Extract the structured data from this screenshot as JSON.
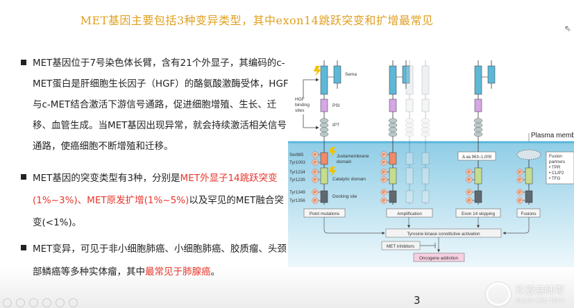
{
  "title": "MET基因主要包括3种变异类型，其中exon14跳跃突变和扩增最常见",
  "paragraphs": {
    "p1": "MET基因位于7号染色体长臂，含有21个外显子，其编码的c-MET蛋白是肝细胞生长因子（HGF）的酪氨酸激酶受体，HGF与c-MET结合激活下游信号通路，促进细胞增殖、生长、迁移、血管生成。当MET基因出现异常，就会持续激活相关信号通路，使癌细胞不断增殖和迁移。",
    "p2_a": "MET基因的突变类型有3种，分别是",
    "p2_red": "MET外显子14跳跃突变(1%~3%)、MET原发扩增(1%~5%)",
    "p2_b": "以及罕见的MET融合突变(<1%)。",
    "p3_a": "MET变异，可见于非小细胞肺癌、小细胞肺癌、胶质瘤、头颈部鳞癌等多种实体瘤，其中",
    "p3_red": "最常见于肺腺癌",
    "p3_b": "。"
  },
  "diagram": {
    "sema": "Sema",
    "psi": "PSI",
    "ipt": "IPT",
    "hgf": [
      "HGF",
      "binding",
      "sites"
    ],
    "plasma": "Plasma membrane",
    "residues": [
      "Ser985",
      "Tyr1003",
      "Tyr1234",
      "Tyr1235",
      "Tyr1349",
      "Tyr1356"
    ],
    "p": "P",
    "juxta": [
      "Juxtamembrane",
      "domain"
    ],
    "catalytic": "Catalytic domain",
    "docking": "Docking site",
    "delta": "Δ aa 963–1,009",
    "fusion_partners": [
      "Fusion",
      "partners",
      "• TPR",
      "• CLIP2",
      "• TFG"
    ],
    "boxes": [
      "Point mutations",
      "Amplification",
      "Exon 14 skipping",
      "Fusions"
    ],
    "activation": "Tyrosine kinase constitutive activation",
    "inhibitors": "MET inhibitors",
    "addiction": "Oncogene addiction"
  },
  "page_number": "3",
  "logo": {
    "name": "玖壹叁陆零",
    "sub": "91360 MED TECH"
  },
  "colors": {
    "title": "#e0a020",
    "highlight": "#e8352a"
  }
}
